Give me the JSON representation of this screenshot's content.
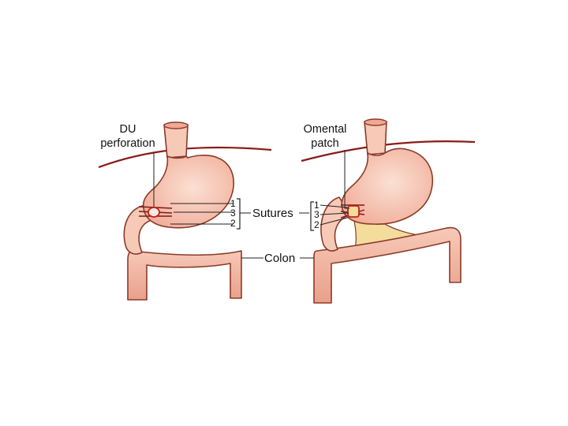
{
  "labels": {
    "du_perforation_line1": "DU",
    "du_perforation_line2": "perforation",
    "omental_patch_line1": "Omental",
    "omental_patch_line2": "patch",
    "sutures": "Sutures",
    "colon": "Colon"
  },
  "suture_numbers": {
    "left": [
      "1",
      "3",
      "2"
    ],
    "right": [
      "1",
      "3",
      "2"
    ]
  },
  "colors": {
    "organ_fill": "#f7c9b7",
    "organ_shade": "#f0a893",
    "organ_stroke": "#8a3b2a",
    "diaphragm": "#8b1a1a",
    "suture_line": "#7a1a1a",
    "perforation": "#c0201a",
    "omentum": "#f3dc9c",
    "leader_line": "#222222"
  }
}
